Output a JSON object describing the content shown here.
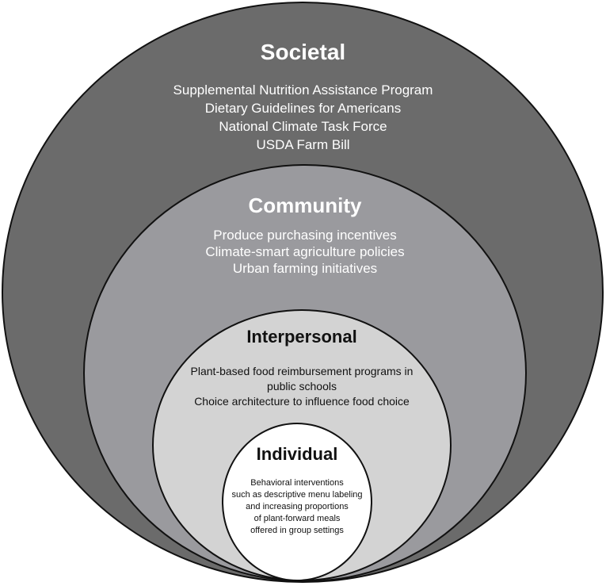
{
  "levels": [
    {
      "title": "Societal",
      "items": [
        "Supplemental Nutrition Assistance Program",
        "Dietary Guidelines for Americans",
        "National Climate Task Force",
        "USDA Farm Bill"
      ]
    },
    {
      "title": "Community",
      "items": [
        "Produce purchasing incentives",
        "Climate-smart agriculture policies",
        "Urban farming initiatives"
      ]
    },
    {
      "title": "Interpersonal",
      "items": [
        "Plant-based food reimbursement programs in",
        "public schools",
        "Choice architecture to influence food choice"
      ]
    },
    {
      "title": "Individual",
      "items": [
        "Behavioral interventions",
        "such as descriptive menu labeling",
        "and increasing proportions",
        "of plant-forward meals",
        "offered in group settings"
      ]
    }
  ],
  "colors": {
    "societal": "#6b6b6b",
    "community": "#9a9a9e",
    "interpersonal": "#d3d3d3",
    "individual": "#ffffff"
  }
}
